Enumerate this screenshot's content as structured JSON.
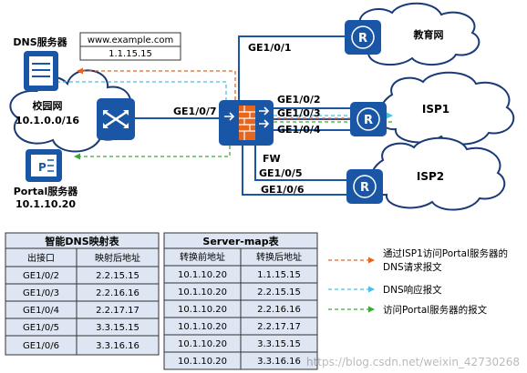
{
  "dns_server": {
    "label": "DNS服务器",
    "record_name": "www.example.com",
    "record_ip": "1.1.15.15"
  },
  "campus": {
    "name": "校园网",
    "subnet": "10.1.0.0/16"
  },
  "portal_server": {
    "label": "Portal服务器",
    "ip": "10.1.10.20"
  },
  "firewall": {
    "label": "FW",
    "inside_port": "GE1/0/7"
  },
  "ports": [
    "GE1/0/1",
    "GE1/0/2",
    "GE1/0/3",
    "GE1/0/4",
    "GE1/0/5",
    "GE1/0/6"
  ],
  "clouds": {
    "edu": "教育网",
    "isp1": "ISP1",
    "isp2": "ISP2"
  },
  "colors": {
    "device": "#1a56a6",
    "cloud_stroke": "#1a3a78",
    "dns_request": "#e8651e",
    "dns_response": "#48bfe8",
    "portal_traffic": "#3aaa35",
    "table_bg": "#dde6f2"
  },
  "smart_dns_table": {
    "title": "智能DNS映射表",
    "headers": [
      "出接口",
      "映射后地址"
    ],
    "rows": [
      [
        "GE1/0/2",
        "2.2.15.15"
      ],
      [
        "GE1/0/3",
        "2.2.16.16"
      ],
      [
        "GE1/0/4",
        "2.2.17.17"
      ],
      [
        "GE1/0/5",
        "3.3.15.15"
      ],
      [
        "GE1/0/6",
        "3.3.16.16"
      ]
    ]
  },
  "server_map_table": {
    "title": "Server-map表",
    "headers": [
      "转换前地址",
      "转换后地址"
    ],
    "rows": [
      [
        "10.1.10.20",
        "1.1.15.15"
      ],
      [
        "10.1.10.20",
        "2.2.15.15"
      ],
      [
        "10.1.10.20",
        "2.2.16.16"
      ],
      [
        "10.1.10.20",
        "2.2.17.17"
      ],
      [
        "10.1.10.20",
        "3.3.15.15"
      ],
      [
        "10.1.10.20",
        "3.3.16.16"
      ]
    ]
  },
  "legend": {
    "dns_request_line1": "通过ISP1访问Portal服务器的",
    "dns_request_line2": "DNS请求报文",
    "dns_response": "DNS响应报文",
    "portal_traffic": "访问Portal服务器的报文"
  },
  "watermark": "https://blog.csdn.net/weixin_42730268"
}
